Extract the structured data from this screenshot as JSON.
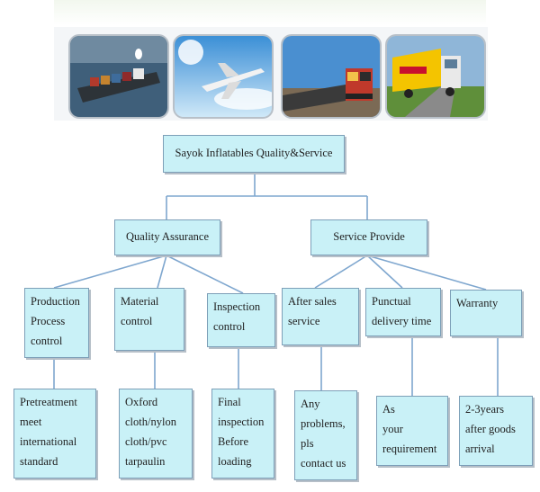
{
  "photos": [
    {
      "icon": "cargo-ship-icon"
    },
    {
      "icon": "airplane-icon"
    },
    {
      "icon": "freight-train-icon"
    },
    {
      "icon": "truck-icon"
    }
  ],
  "root": "Sayok Inflatables Quality&Service",
  "branches": [
    {
      "label": "Quality Assurance",
      "children": [
        {
          "label": "Production\nProcess\ncontrol",
          "detail": "Pretreatment\nmeet\ninternational\nstandard"
        },
        {
          "label": "Material\ncontrol",
          "detail": "Oxford\ncloth/nylon\ncloth/pvc\ntarpaulin"
        },
        {
          "label": "Inspection\ncontrol",
          "detail": "Final\ninspection\nBefore\nloading"
        }
      ]
    },
    {
      "label": "Service Provide",
      "children": [
        {
          "label": "After   sales\nservice",
          "detail": "Any\nproblems,\npls\ncontact us"
        },
        {
          "label": "Punctual\ndelivery time",
          "detail": "As\nyour\nrequirement"
        },
        {
          "label": "Warranty",
          "detail": "2-3years\nafter goods\narrival"
        }
      ]
    }
  ],
  "colors": {
    "box_fill": "#c9f1f7",
    "connector": "#7fa7cf"
  }
}
